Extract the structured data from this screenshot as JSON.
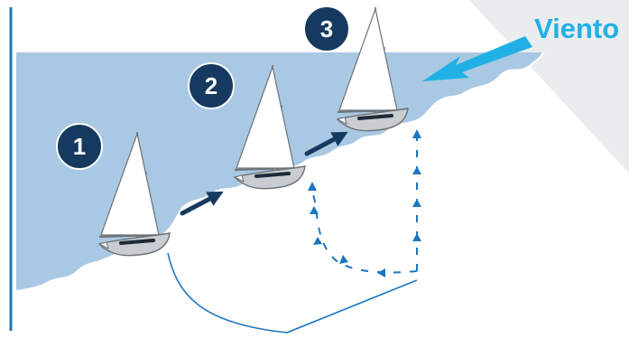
{
  "wind": {
    "label": "Viento",
    "color": "#21b0e6"
  },
  "steps": [
    "1",
    "2",
    "3"
  ],
  "colors": {
    "water": "#a9c8e3",
    "badge": "#163a5f",
    "arrow_solid": "#163a5f",
    "arrow_dashed": "#1b76c0",
    "frame": "#1b76c0",
    "hull": "#c9cdd2",
    "sail": "#ffffff"
  },
  "icons": {
    "boat": "sailboat-icon",
    "wind_arrow": "wind-arrow-icon"
  }
}
